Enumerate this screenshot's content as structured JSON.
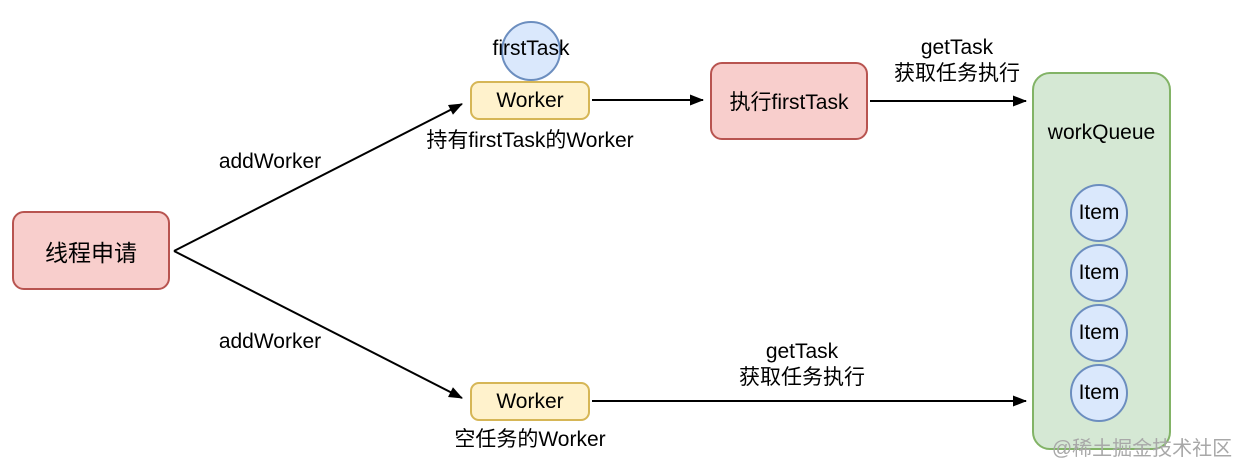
{
  "diagram": {
    "title_context": "thread pool worker flow",
    "nodes": {
      "thread_request": {
        "label": "线程申请"
      },
      "worker_top": {
        "label": "Worker"
      },
      "worker_bottom": {
        "label": "Worker"
      },
      "first_task": {
        "label": "firstTask"
      },
      "exec_first_task": {
        "label": "执行firstTask"
      },
      "work_queue": {
        "label": "workQueue"
      },
      "items": [
        "Item",
        "Item",
        "Item",
        "Item"
      ]
    },
    "labels": {
      "add_worker_top": "addWorker",
      "add_worker_bottom": "addWorker",
      "get_task_top_line1": "getTask",
      "get_task_top_line2": "获取任务执行",
      "get_task_bottom_line1": "getTask",
      "get_task_bottom_line2": "获取任务执行",
      "worker_top_caption": "持有firstTask的Worker",
      "worker_bottom_caption": "空任务的Worker"
    },
    "watermark": "@稀土掘金技术社区"
  },
  "colors": {
    "node_pink_fill": "#f8cecc",
    "node_pink_stroke": "#b85450",
    "node_yellow_fill": "#fff2cc",
    "node_yellow_stroke": "#d6b656",
    "node_blue_fill": "#dae8fc",
    "node_blue_stroke": "#6c8ebf",
    "node_green_fill": "#d5e8d4",
    "node_green_stroke": "#82b366",
    "edge": "#000000",
    "watermark": "#a8a8a8"
  }
}
